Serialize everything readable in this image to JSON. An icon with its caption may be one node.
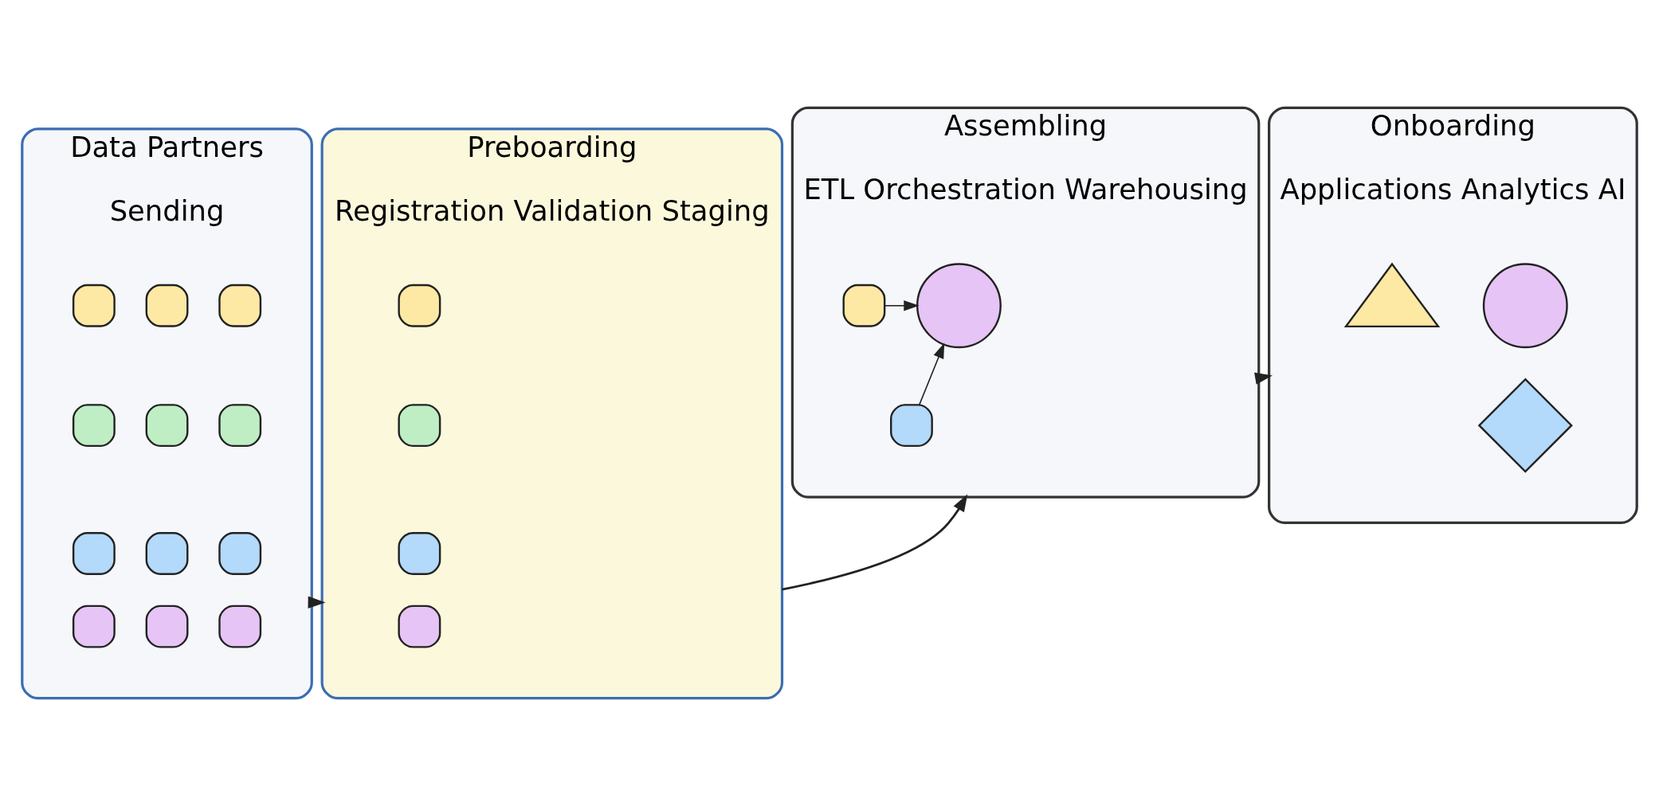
{
  "diagram": {
    "nodes": [
      {
        "text": [
          "Data Partners",
          "Sending"
        ]
      },
      {
        "text": [],
        "shape": "box",
        "in": 0
      },
      {
        "text": [],
        "shape": "box",
        "in": 0
      },
      {
        "text": [],
        "shape": "box",
        "in": 0
      },
      {
        "text": [],
        "shape": "box",
        "in": 0
      },
      {
        "text": [],
        "shape": "box",
        "in": 0
      },
      {
        "text": [],
        "shape": "box",
        "in": 0
      },
      {
        "text": [],
        "shape": "box",
        "in": 0
      },
      {
        "text": [],
        "shape": "box",
        "in": 0
      },
      {
        "text": [],
        "shape": "box",
        "in": 0
      },
      {
        "text": [],
        "shape": "box",
        "in": 0
      },
      {
        "text": [],
        "shape": "box",
        "in": 0
      },
      {
        "text": [],
        "shape": "box",
        "in": 0
      },
      {
        "text": [
          "Preboarding",
          "Registration Validation Staging"
        ]
      },
      {
        "text": [],
        "shape": "box",
        "in": 13
      },
      {
        "text": [],
        "shape": "box",
        "in": 13
      },
      {
        "text": [],
        "shape": "box",
        "in": 13
      },
      {
        "text": [],
        "shape": "box",
        "in": 13
      },
      {
        "text": [
          "Assembling",
          "ETL Orchestration Warehousing"
        ]
      },
      {
        "text": [],
        "shape": "box",
        "in": 18
      },
      {
        "text": [],
        "shape": "circle",
        "in": 18
      },
      {
        "text": [],
        "shape": "box",
        "in": 18
      },
      {
        "text": [
          "Onboarding",
          "Applications Analytics AI"
        ]
      },
      {
        "text": [],
        "shape": "circle",
        "in": 22
      },
      {
        "text": [],
        "shape": "triangle",
        "in": 22
      },
      {
        "text": [],
        "shape": "diamond",
        "in": 22
      }
    ],
    "edges": [
      {
        "from": 0,
        "to": 13,
        "arrow": "to"
      },
      {
        "from": 13,
        "to": 18,
        "arrow": "to"
      },
      {
        "from": 18,
        "to": 22,
        "arrow": "to"
      },
      {
        "from": 19,
        "to": 20,
        "arrow": "to"
      },
      {
        "from": 21,
        "to": 20,
        "arrow": "to"
      }
    ]
  }
}
